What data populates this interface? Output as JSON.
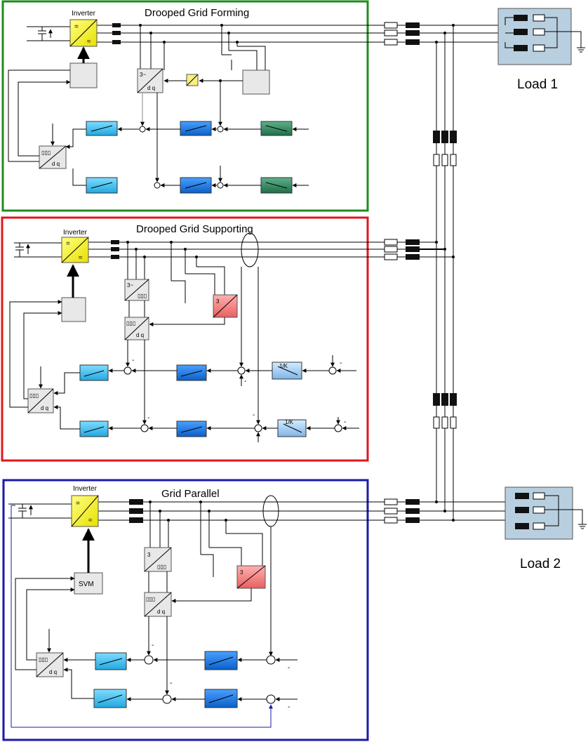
{
  "sections": {
    "forming": {
      "title": "Drooped Grid Forming",
      "inverter_label": "Inverter",
      "border_color": "#1e8c1e"
    },
    "supporting": {
      "title": "Drooped Grid Supporting",
      "inverter_label": "Inverter",
      "border_color": "#e0151c"
    },
    "parallel": {
      "title": "Grid Parallel",
      "inverter_label": "Inverter",
      "border_color": "#1a1aaa",
      "svm_label": "SVM"
    }
  },
  "loads": {
    "load1": "Load 1",
    "load2": "Load 2"
  },
  "block_text": {
    "inv_dc": "=",
    "inv_ac": "≈",
    "dq": "d q",
    "abc": "▯▯▯",
    "three": "3",
    "three_tilde": "3~",
    "one_over_k": "1/K",
    "minus": "-"
  },
  "colors": {
    "inverter": "#ffff22",
    "pi_light": "#33bbee",
    "pi_mid": "#1177dd",
    "pi_dark": "#2e7f5a",
    "pll": "#ee8080",
    "droop": "#99c8f0",
    "gray": "#e8e8e8",
    "filter": "#f8f080",
    "load_box": "#b8cfe0"
  }
}
